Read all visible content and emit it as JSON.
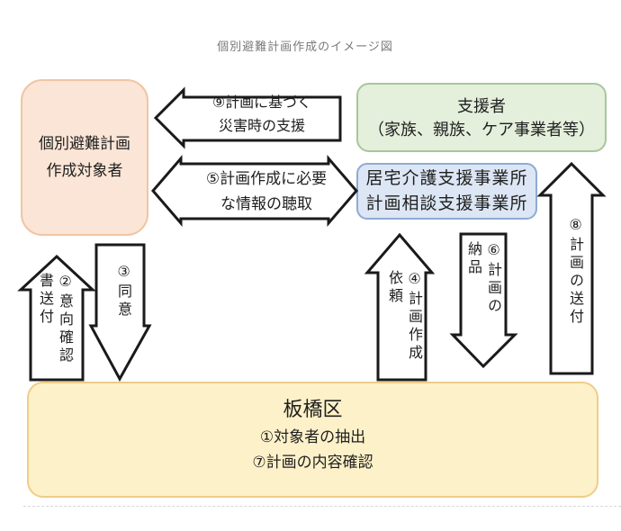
{
  "title": "個別避難計画作成のイメージ図",
  "boxes": {
    "target": {
      "line1": "個別避難計画",
      "line2": "作成対象者",
      "fill": "#FBE5D6",
      "border": "#F1C5A3"
    },
    "supporter": {
      "line1": "支援者",
      "line2": "（家族、親族、ケア事業者等）",
      "fill": "#E4EFDC",
      "border": "#A9C79A"
    },
    "office": {
      "line1": "居宅介護支援事業所",
      "line2": "計画相談支援事業所",
      "fill": "#DCE6F4",
      "border": "#8FAAD4"
    },
    "ward": {
      "name": "板橋区",
      "step1": "①対象者の抽出",
      "step7": "⑦計画の内容確認",
      "fill": "#FDF1C9",
      "border": "#EECD87"
    }
  },
  "arrows": {
    "step9": {
      "line1": "⑨計画に基づく",
      "line2": "災害時の支援",
      "direction": "left"
    },
    "step5": {
      "line1": "⑤計画作成に必要",
      "line2": "な情報の聴取",
      "direction": "both"
    },
    "step2": {
      "label": "②意向確認書送付",
      "direction": "up"
    },
    "step3": {
      "label": "③同意",
      "direction": "down"
    },
    "step4": {
      "label": "④計画作成依頼",
      "direction": "up"
    },
    "step6": {
      "label": "⑥計画の納品",
      "direction": "down"
    },
    "step8": {
      "label": "⑧計画の送付",
      "direction": "up"
    }
  },
  "arrow_style": {
    "fill": "#ffffff",
    "stroke": "#1a1a1a"
  },
  "title_color": "#7a7a7a"
}
